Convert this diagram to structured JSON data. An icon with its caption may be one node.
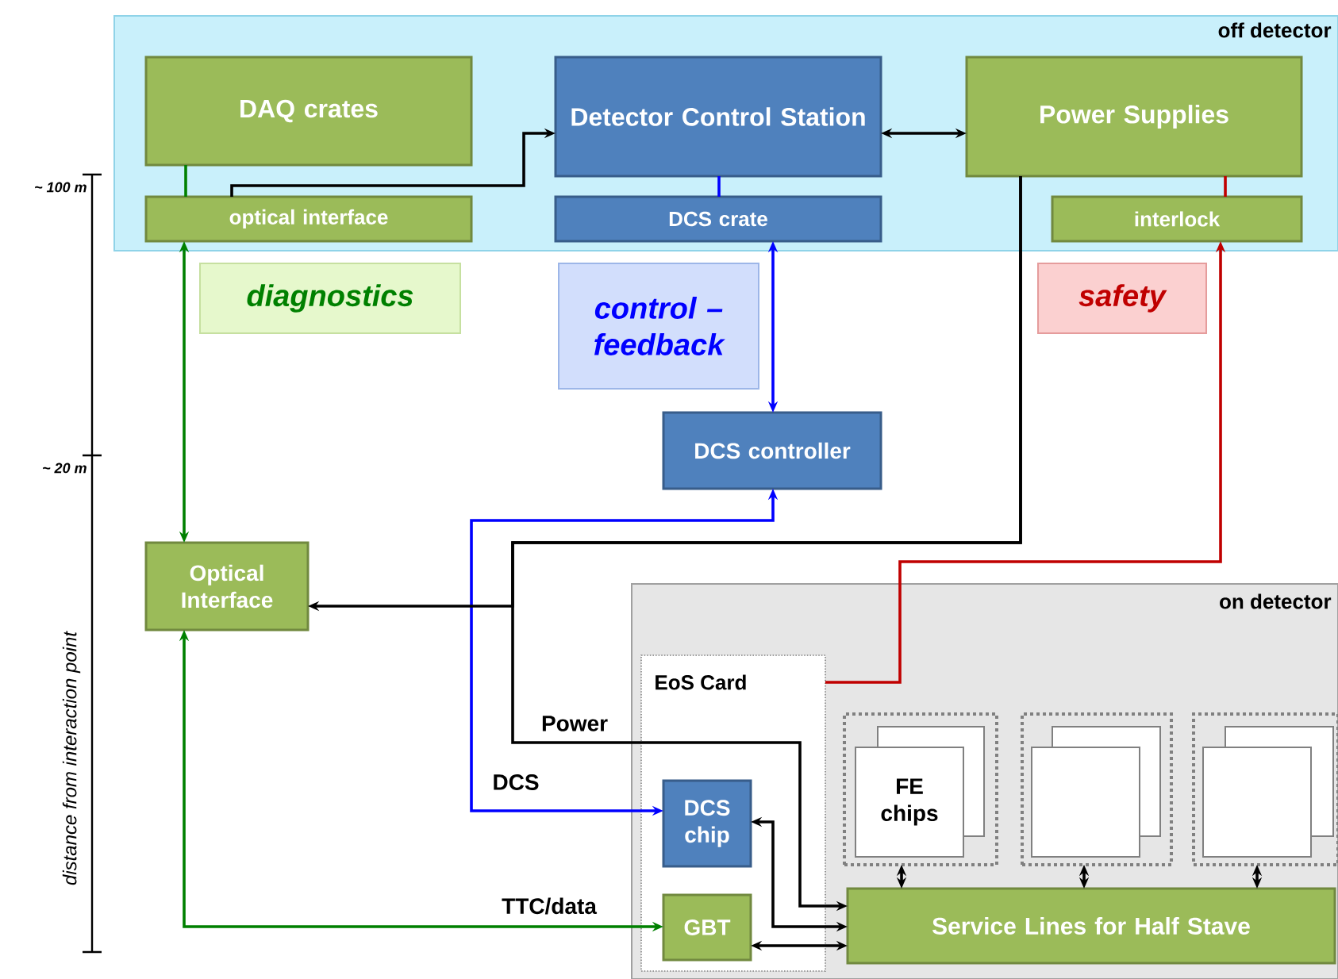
{
  "diagram": {
    "nodes": [
      {
        "text": [
          "off detector"
        ]
      },
      {
        "text": [
          "DAQ crates"
        ],
        "in": 0
      },
      {
        "text": [
          "optical interface"
        ],
        "in": 0
      },
      {
        "text": [
          "Detector Control Station"
        ],
        "in": 0
      },
      {
        "text": [
          "DCS crate"
        ],
        "in": 0
      },
      {
        "text": [
          "Power Supplies"
        ],
        "in": 0
      },
      {
        "text": [
          "interlock"
        ],
        "in": 0
      },
      {
        "text": [
          "diagnostics"
        ]
      },
      {
        "text": [
          "control – feedback"
        ]
      },
      {
        "text": [
          "safety"
        ]
      },
      {
        "text": [
          "DCS controller"
        ]
      },
      {
        "text": [
          "Optical Interface"
        ]
      },
      {
        "text": [
          "on detector"
        ]
      },
      {
        "text": [
          "EoS Card"
        ],
        "in": 12
      },
      {
        "text": [
          "DCS chip"
        ],
        "in": 13
      },
      {
        "text": [
          "GBT"
        ],
        "in": 13
      },
      {
        "text": [],
        "shape": "box",
        "in": 12
      },
      {
        "text": [
          "FE chips"
        ],
        "in": 16
      },
      {
        "text": [],
        "shape": "box",
        "in": 12
      },
      {
        "text": [],
        "shape": "box",
        "in": 18
      },
      {
        "text": [],
        "shape": "box",
        "in": 12
      },
      {
        "text": [],
        "shape": "box",
        "in": 20
      },
      {
        "text": [
          "Service Lines for Half Stave"
        ],
        "in": 12
      }
    ],
    "edges": [
      {
        "from": 1,
        "to": 2,
        "arrow": "none",
        "color": "#008000"
      },
      {
        "from": 2,
        "to": 3,
        "arrow": "to"
      },
      {
        "from": 3,
        "to": 4,
        "arrow": "none",
        "color": "#0000ff"
      },
      {
        "from": 3,
        "to": 5,
        "arrow": "both"
      },
      {
        "from": 5,
        "to": 6,
        "arrow": "none",
        "color": "#c00000"
      },
      {
        "from": 4,
        "to": 10,
        "arrow": "both",
        "color": "#0000ff"
      },
      {
        "from": 2,
        "to": 11,
        "arrow": "both",
        "color": "#008000"
      },
      {
        "from": 11,
        "to": 15,
        "arrow": "both",
        "label": "TTC/data",
        "color": "#008000"
      },
      {
        "from": 10,
        "to": 14,
        "arrow": "both",
        "label": "DCS",
        "color": "#0000ff"
      },
      {
        "from": 5,
        "to": 11,
        "arrow": "to"
      },
      {
        "from": 5,
        "to": 22,
        "arrow": "to",
        "label": "Power"
      },
      {
        "from": 13,
        "to": 6,
        "arrow": "to",
        "color": "#c00000"
      },
      {
        "from": 14,
        "to": 22,
        "arrow": "both"
      },
      {
        "from": 15,
        "to": 22,
        "arrow": "both"
      },
      {
        "from": 16,
        "to": 22,
        "arrow": "both"
      },
      {
        "from": 18,
        "to": 22,
        "arrow": "both"
      },
      {
        "from": 20,
        "to": 22,
        "arrow": "both"
      }
    ],
    "labels": [
      "~ 100 m",
      "~ 20 m",
      "distance from interaction point"
    ]
  }
}
